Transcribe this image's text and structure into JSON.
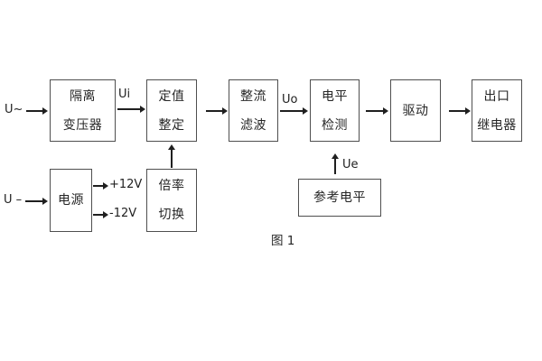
{
  "figure": {
    "caption": "图 1"
  },
  "diagram": {
    "inputs": {
      "ac_input": "U~",
      "dc_input": "U –"
    },
    "signals": {
      "ui": "Ui",
      "uo": "Uo",
      "ue": "Ue"
    },
    "power_rails": {
      "positive": "+12V",
      "negative": "-12V"
    },
    "boxes": {
      "isolation_transformer": {
        "line1": "隔离",
        "line2": "变压器"
      },
      "setpoint_adjust": {
        "line1": "定值",
        "line2": "整定"
      },
      "rectifier_filter": {
        "line1": "整流",
        "line2": "滤波"
      },
      "level_detector": {
        "line1": "电平",
        "line2": "检测"
      },
      "driver": {
        "line1": "驱动"
      },
      "output_relay": {
        "line1": "出口",
        "line2": "继电器"
      },
      "power_supply": {
        "line1": "电源"
      },
      "ratio_switch": {
        "line1": "倍率",
        "line2": "切换"
      },
      "reference_level": {
        "line1": "参考电平"
      }
    },
    "line_color": "#1f1f1f",
    "box_border_color": "#4f4f4f",
    "background_color": "#ffffff"
  }
}
